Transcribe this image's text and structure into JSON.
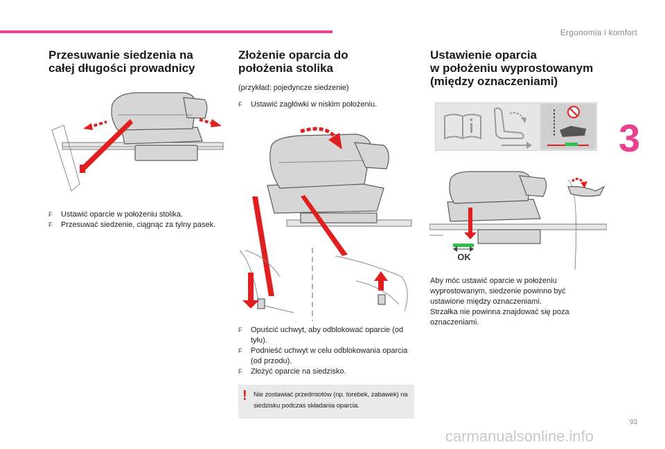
{
  "header": {
    "chapter_title": "Ergonomia i komfort",
    "chapter_number": "3",
    "page_number": "93"
  },
  "watermark": "carmanualsonline.info",
  "col1": {
    "title_line1": "Przesuwanie siedzenia na",
    "title_line2": "całej długości prowadnicy",
    "bullets": [
      "Ustawić oparcie w położeniu stolika.",
      "Przesuwać siedzenie, ciągnąc za tylny pasek."
    ]
  },
  "col2": {
    "title_line1": "Złożenie oparcia do",
    "title_line2": "położenia stolika",
    "example": "(przykład: pojedyncze siedzenie)",
    "intro_bullet": "Ustawić zagłówki w niskim położeniu.",
    "bullets": [
      "Opuścić uchwyt, aby odblokować oparcie (od tyłu).",
      "Podnieść uchwyt w celu odblokowania oparcia (od przodu).",
      "Złożyć oparcie na siedzisko."
    ],
    "warning_mark": "!",
    "warning": "Nie zostawiać przedmiotów (np. torebek, zabawek) na siedzisku podczas składania oparcia."
  },
  "col3": {
    "title_line1": "Ustawienie oparcia",
    "title_line2": "w położeniu wyprostowanym",
    "title_line3": "(między oznaczeniami)",
    "ok_label": "OK",
    "paragraph1": "Aby móc ustawić oparcie w położeniu wyprostowanym, siedzenie powinno być ustawione między oznaczeniami.",
    "paragraph2": "Strzałka nie powinna znajdować się poza oznaczeniami."
  },
  "bullet_symbol": "F",
  "colors": {
    "accent": "#e8418f",
    "arrow_red": "#e02020",
    "ok_green": "#2fbf4a",
    "gray_text": "#8a8a8a"
  },
  "icons": [
    "book-info-icon",
    "seat-recline-icon",
    "seat-belt-warning-icon",
    "warning-exclamation-icon"
  ]
}
